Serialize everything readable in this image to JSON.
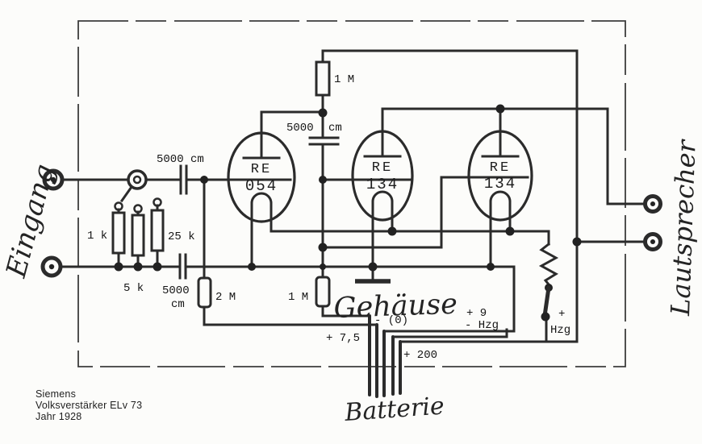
{
  "page": {
    "background": "#fcfcfa",
    "ink": "#2b2b2b"
  },
  "title_block": {
    "company": "Siemens",
    "model": "Volksverstärker ELv 73",
    "year": "Jahr 1928"
  },
  "labels": {
    "input": "Eingang",
    "speaker": "Lautsprecher",
    "chassis": "Gehäuse",
    "battery": "Batterie"
  },
  "tubes": [
    {
      "type": "RE",
      "number": "054"
    },
    {
      "type": "RE",
      "number": "134"
    },
    {
      "type": "RE",
      "number": "134"
    }
  ],
  "components": {
    "r_1k": "1 k",
    "r_5k": "5 k",
    "r_25k": "25 k",
    "r_2m": "2 M",
    "r_1m_grid": "1 M",
    "r_1m_anode": "1 M",
    "c_input": "5000 cm",
    "c_coupling_value": "5000",
    "c_coupling_unit": "cm",
    "c_line_value": "5000",
    "c_line_unit": "cm"
  },
  "battery_taps": {
    "plus_7_5": "+ 7,5",
    "minus_0": "- (0)",
    "plus_200": "+ 200",
    "plus_9": "+ 9",
    "minus_hzg": "- Hzg",
    "heater_plus": "+",
    "heater": "Hzg"
  }
}
